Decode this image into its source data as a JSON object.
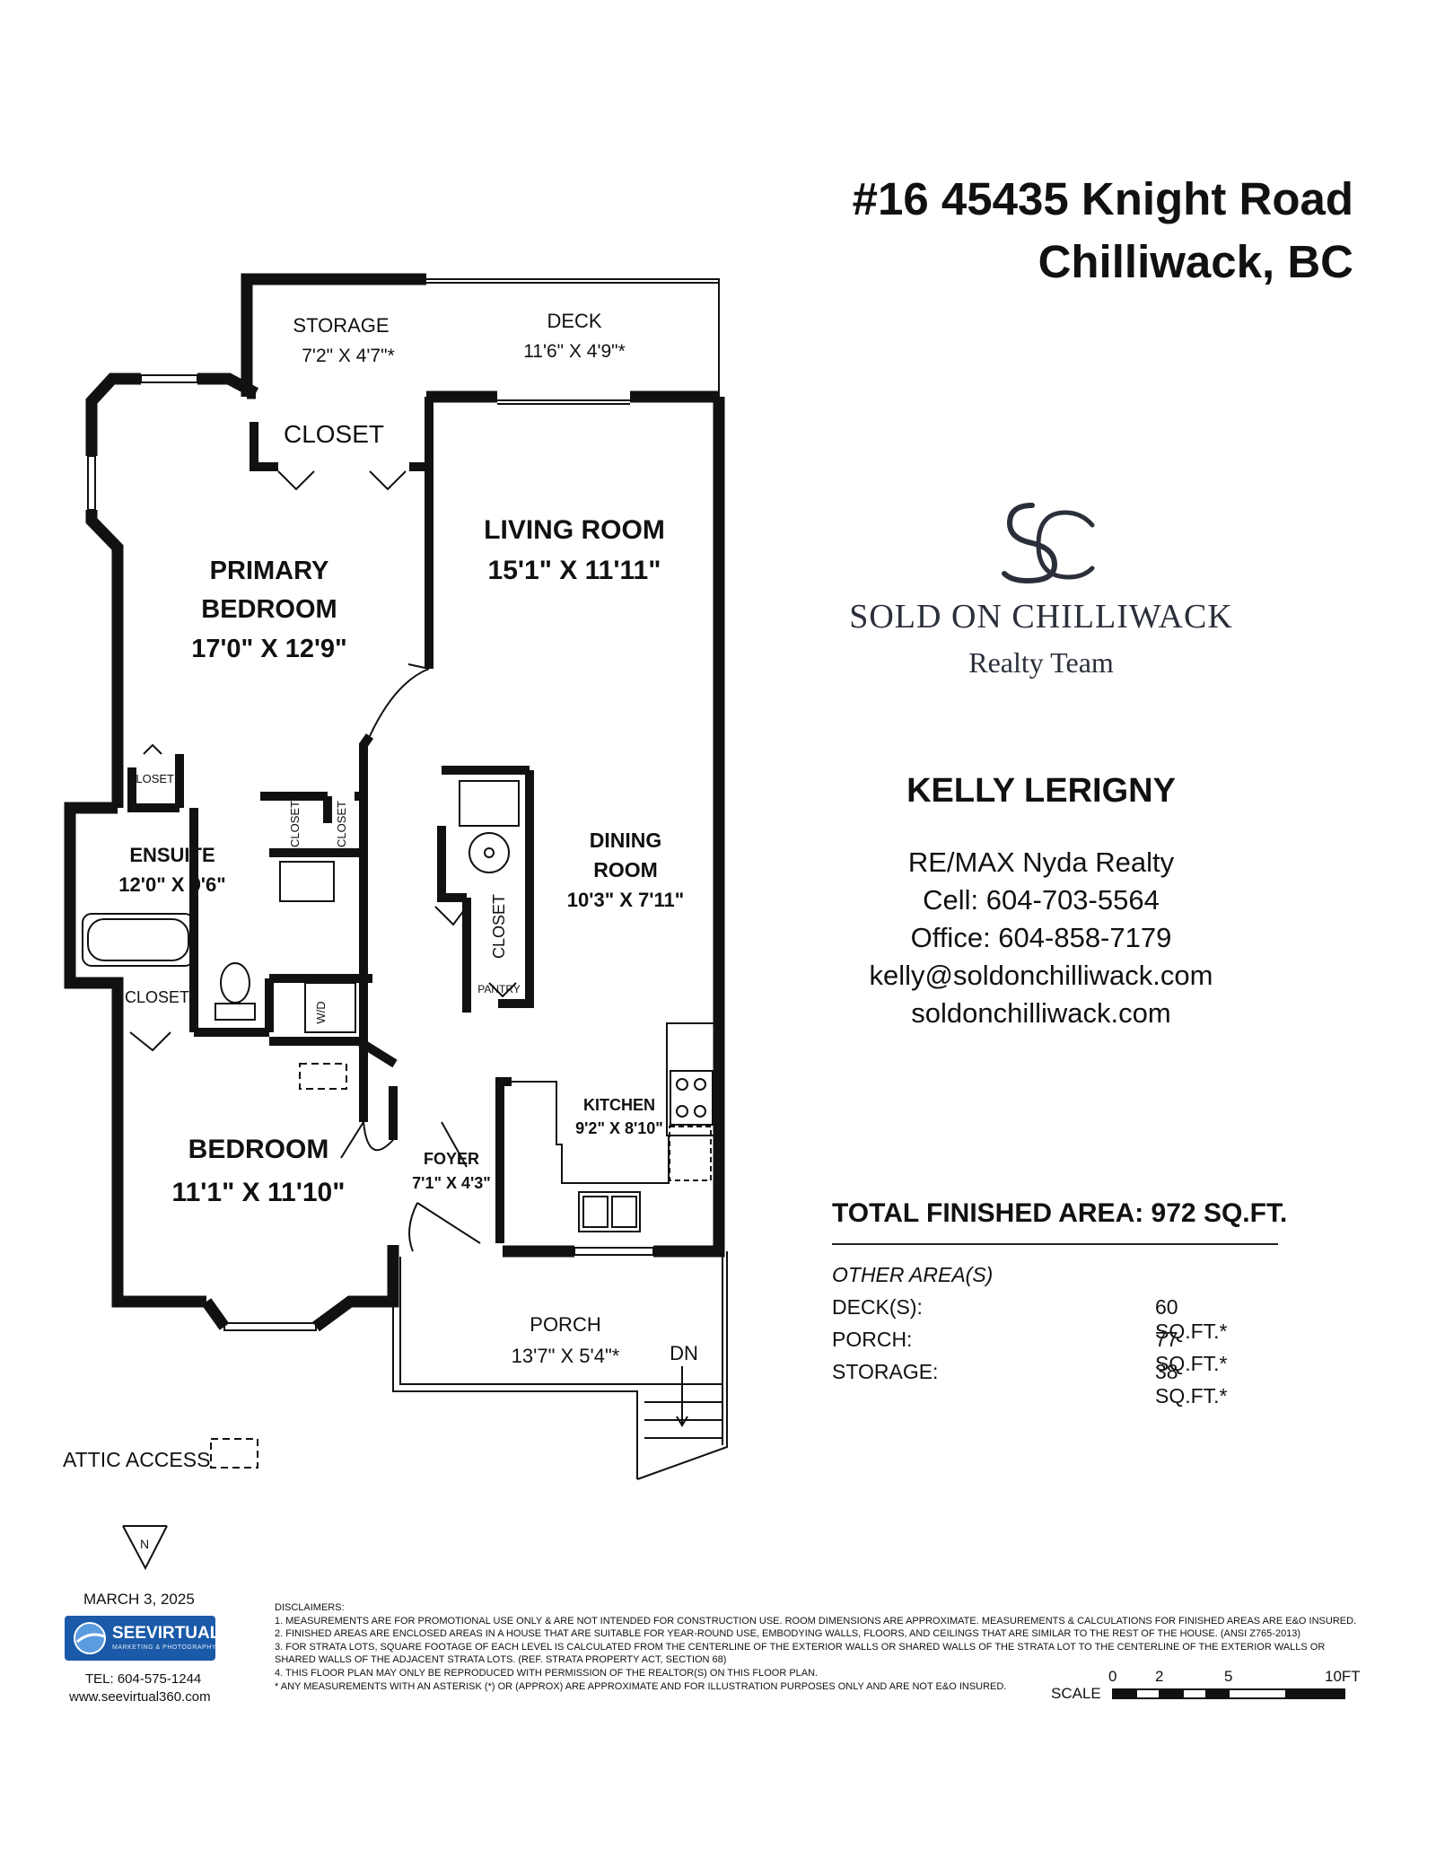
{
  "address": {
    "line1": "#16 45435 Knight Road",
    "line2": "Chilliwack, BC"
  },
  "rooms": {
    "storage": {
      "name": "STORAGE",
      "dims": "7'2\" X 4'7\"*"
    },
    "deck": {
      "name": "DECK",
      "dims": "11'6\" X 4'9\"*"
    },
    "closet_top": {
      "name": "CLOSET"
    },
    "primary": {
      "name1": "PRIMARY",
      "name2": "BEDROOM",
      "dims": "17'0\" X 12'9\""
    },
    "living": {
      "name": "LIVING ROOM",
      "dims": "15'1\" X 11'11\""
    },
    "closet_a": {
      "name": "CLOSET"
    },
    "closet_b": {
      "name": "CLOSET"
    },
    "closet_c": {
      "name": "CLOSET"
    },
    "closet_d": {
      "name": "CLOSET"
    },
    "closet_e": {
      "name": "CLOSET"
    },
    "ensuite": {
      "name": "ENSUITE",
      "dims": "12'0\" X 9'6\""
    },
    "dining": {
      "name1": "DINING",
      "name2": "ROOM",
      "dims": "10'3\" X 7'11\""
    },
    "pantry": {
      "name": "PANTRY"
    },
    "wd": {
      "name": "W/D"
    },
    "kitchen": {
      "name": "KITCHEN",
      "dims": "9'2\" X 8'10\""
    },
    "bedroom": {
      "name": "BEDROOM",
      "dims": "11'1\" X 11'10\""
    },
    "foyer": {
      "name": "FOYER",
      "dims": "7'1\" X 4'3\""
    },
    "porch": {
      "name": "PORCH",
      "dims": "13'7\" X 5'4\"*"
    },
    "dn": {
      "name": "DN"
    },
    "north": {
      "name": "N"
    }
  },
  "attic_access": "ATTIC ACCESS",
  "logo": {
    "line1": "SOLD ON CHILLIWACK",
    "line2": "Realty Team"
  },
  "agent": {
    "name": "KELLY LERIGNY",
    "company": "RE/MAX Nyda Realty",
    "cell": "Cell: 604-703-5564",
    "office": "Office: 604-858-7179",
    "email": "kelly@soldonchilliwack.com",
    "website": "soldonchilliwack.com"
  },
  "areas": {
    "total": "TOTAL FINISHED AREA: 972 SQ.FT.",
    "other_heading": "OTHER AREA(S)",
    "rows": [
      {
        "label": "DECK(S):",
        "value": "60 SQ.FT.*"
      },
      {
        "label": "PORCH:",
        "value": "77 SQ.FT.*"
      },
      {
        "label": "STORAGE:",
        "value": "38 SQ.FT.*"
      }
    ]
  },
  "footer": {
    "date": "MARCH 3, 2025",
    "brand": "SEEVIRTUAL",
    "brand_sub": "MARKETING & PHOTOGRAPHY",
    "tel": "TEL: 604-575-1244",
    "web": "www.seevirtual360.com"
  },
  "disclaimers": {
    "heading": "DISCLAIMERS:",
    "lines": [
      "1. MEASUREMENTS ARE FOR PROMOTIONAL USE ONLY & ARE NOT INTENDED FOR CONSTRUCTION USE. ROOM DIMENSIONS ARE APPROXIMATE. MEASUREMENTS & CALCULATIONS FOR FINISHED AREAS ARE E&O INSURED.",
      "2. FINISHED AREAS ARE ENCLOSED AREAS IN A HOUSE THAT ARE SUITABLE FOR YEAR-ROUND USE, EMBODYING WALLS, FLOORS, AND CEILINGS THAT ARE SIMILAR TO THE REST OF THE HOUSE. (ANSI Z765-2013)",
      "3. FOR STRATA LOTS, SQUARE FOOTAGE OF EACH LEVEL IS CALCULATED FROM THE CENTERLINE OF THE EXTERIOR WALLS OR SHARED WALLS OF THE STRATA LOT TO THE CENTERLINE OF THE EXTERIOR WALLS OR",
      "SHARED WALLS OF THE ADJACENT STRATA LOTS. (REF. STRATA PROPERTY ACT, SECTION 68)",
      "4. THIS FLOOR PLAN MAY ONLY BE REPRODUCED WITH PERMISSION OF THE REALTOR(S) ON THIS FLOOR PLAN.",
      "* ANY MEASUREMENTS WITH AN ASTERISK (*) OR (APPROX) ARE APPROXIMATE AND FOR ILLUSTRATION PURPOSES ONLY AND ARE NOT E&O INSURED."
    ]
  },
  "scale": {
    "label": "SCALE",
    "ticks": [
      "0",
      "2",
      "5",
      "10FT"
    ]
  },
  "colors": {
    "wall": "#111111",
    "logo": "#2a2f3a",
    "badge": "#1a5aa8"
  }
}
